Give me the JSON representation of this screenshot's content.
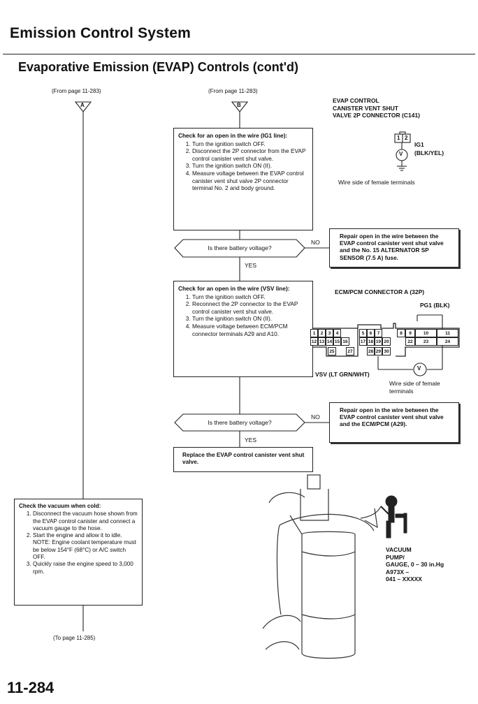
{
  "header": {
    "title": "Emission Control System",
    "subtitle": "Evaporative Emission (EVAP) Controls (cont'd)"
  },
  "flow_a": {
    "from": "(From page 11-283)",
    "marker": "A",
    "vacuum_box": {
      "title": "Check the vacuum when cold:",
      "steps": [
        "Disconnect the vacuum hose shown from the EVAP control canister and connect a vacuum gauge to the hose.",
        "Start the engine and allow it to idle.",
        "Quickly raise the engine speed to 3,000 rpm."
      ],
      "note": "NOTE: Engine coolant temperature must be below 154°F (68°C) or A/C switch OFF."
    },
    "to": "(To page 11-285)"
  },
  "flow_b": {
    "from": "(From page 11-283)",
    "marker": "B",
    "check1": {
      "title": "Check for an open in the wire (IG1 line):",
      "steps": [
        "Turn the ignition switch OFF.",
        "Disconnect the 2P connector from the EVAP control canister vent shut valve.",
        "Turn the ignition switch ON (II).",
        "Measure voltage between the EVAP control canister vent shut valve 2P connector terminal No. 2 and body ground."
      ]
    },
    "question1": "Is there battery voltage?",
    "no1": "NO",
    "yes1": "YES",
    "repair1": "Repair open in the wire between the EVAP control canister vent shut valve and the No. 15 ALTERNATOR SP SENSOR (7.5 A) fuse.",
    "check2": {
      "title": "Check for an open in the wire (VSV line):",
      "steps": [
        "Turn the ignition switch OFF.",
        "Reconnect the 2P connector to the EVAP control canister vent shut valve.",
        "Turn the ignition switch ON (II).",
        "Measure voltage between ECM/PCM connector terminals A29 and A10."
      ]
    },
    "question2": "Is there battery voltage?",
    "no2": "NO",
    "yes2": "YES",
    "repair2": "Repair open in the wire between the EVAP control canister vent shut valve and the ECM/PCM (A29).",
    "replace": "Replace the EVAP control canister vent shut valve."
  },
  "diagram1": {
    "title_lines": [
      "EVAP CONTROL",
      "CANISTER VENT SHUT",
      "VALVE 2P CONNECTOR (C141)"
    ],
    "pin1": "1",
    "pin2": "2",
    "meter": "V",
    "ig1": "IG1",
    "ig1_wire": "(BLK/YEL)",
    "caption": "Wire side of female terminals"
  },
  "diagram2": {
    "title": "ECM/PCM CONNECTOR A (32P)",
    "pg1": "PG1 (BLK)",
    "row1": [
      "1",
      "2",
      "3",
      "4",
      "5",
      "6",
      "7",
      "8",
      "9",
      "10",
      "11"
    ],
    "row2": [
      "12",
      "13",
      "14",
      "15",
      "16",
      "17",
      "18",
      "19",
      "20",
      "22",
      "23",
      "24"
    ],
    "row3": [
      "25",
      "27",
      "28",
      "29",
      "30"
    ],
    "meter": "V",
    "vsv": "VSV (LT GRN/WHT)",
    "caption_lines": [
      "Wire side of female",
      "terminals"
    ]
  },
  "diagram3": {
    "label_lines": [
      "VACUUM",
      "PUMP/",
      "GAUGE, 0 – 30 in.Hg",
      "A973X –",
      "041 – XXXXX"
    ]
  },
  "page_number": "11-284"
}
